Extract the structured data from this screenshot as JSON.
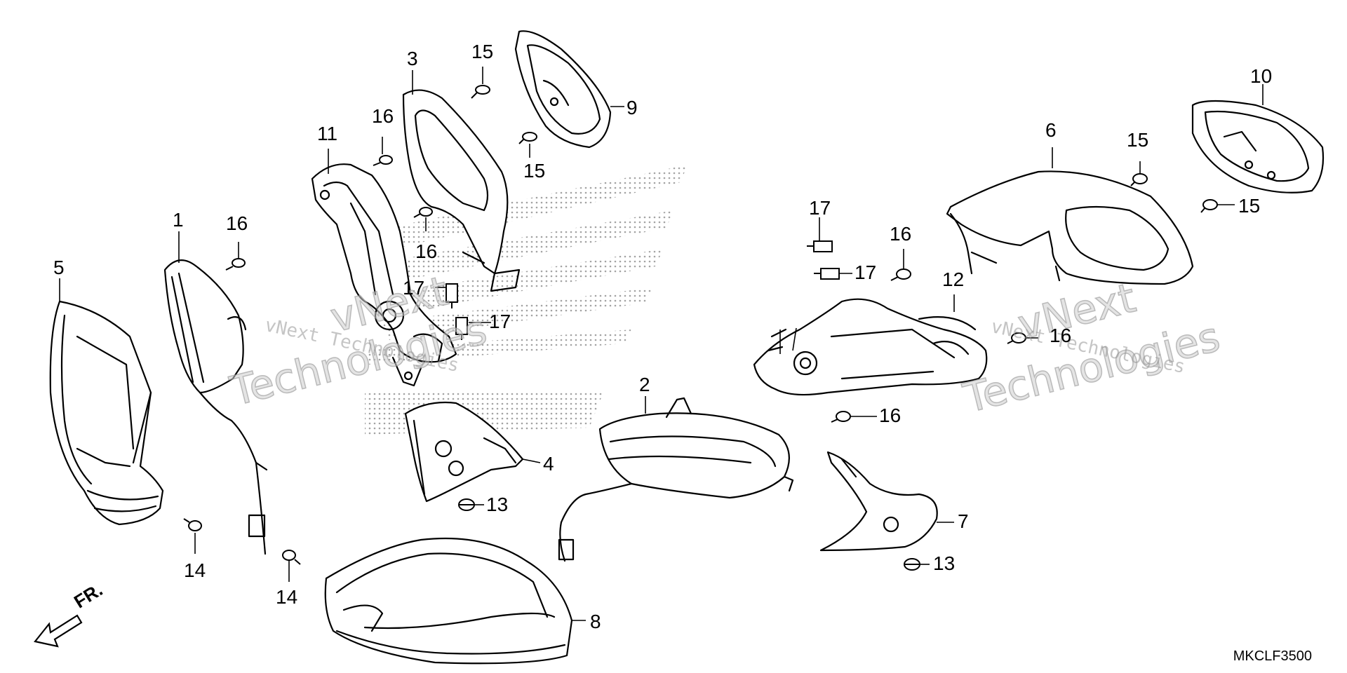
{
  "diagram": {
    "code": "MKCLF3500",
    "front_label": "FR.",
    "watermark_line1": "vNext",
    "watermark_line2": "Technologies",
    "watermark_small": "vNext Technologies",
    "callouts": {
      "c1": "1",
      "c2": "2",
      "c3": "3",
      "c4": "4",
      "c5": "5",
      "c6": "6",
      "c7": "7",
      "c8": "8",
      "c9": "9",
      "c10": "10",
      "c11": "11",
      "c12": "12",
      "c13a": "13",
      "c13b": "13",
      "c14a": "14",
      "c14b": "14",
      "c15a": "15",
      "c15b": "15",
      "c15c": "15",
      "c15d": "15",
      "c16a": "16",
      "c16b": "16",
      "c16c": "16",
      "c16d": "16",
      "c16e": "16",
      "c16f": "16",
      "c17a": "17",
      "c17b": "17",
      "c17c": "17",
      "c17d": "17"
    }
  }
}
